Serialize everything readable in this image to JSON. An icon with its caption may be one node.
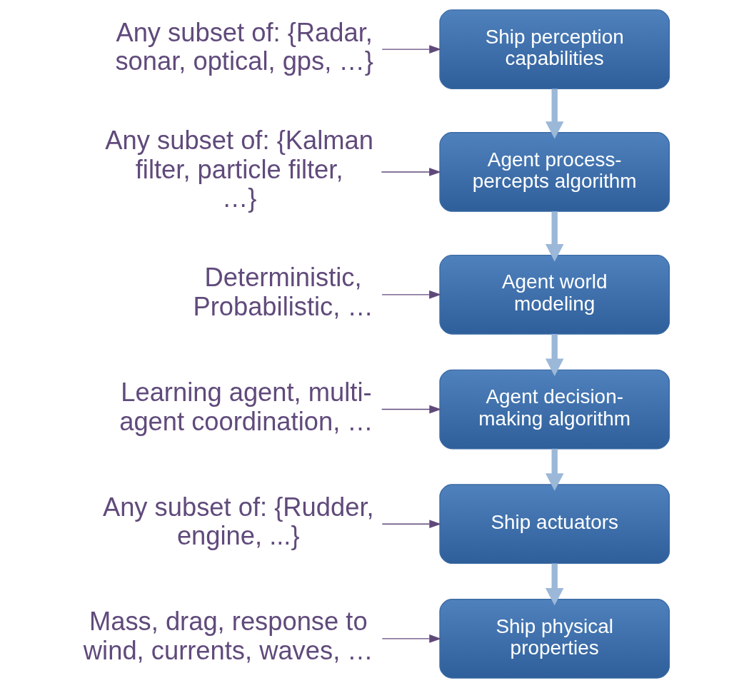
{
  "diagram": {
    "nodes": [
      {
        "text": [
          "Any subset of: {Radar, sonar, optical, gps, …}"
        ]
      },
      {
        "text": [
          "Ship perception capabilities"
        ]
      },
      {
        "text": [
          "Any subset of: {Kalman filter, particle filter, …}"
        ]
      },
      {
        "text": [
          "Agent process-percepts algorithm"
        ]
      },
      {
        "text": [
          "Deterministic, Probabilistic, …"
        ]
      },
      {
        "text": [
          "Agent world modeling"
        ]
      },
      {
        "text": [
          "Learning agent, multi-agent coordination, …"
        ]
      },
      {
        "text": [
          "Agent decision-making algorithm"
        ]
      },
      {
        "text": [
          "Any subset of: {Rudder, engine, ...}"
        ]
      },
      {
        "text": [
          "Ship actuators"
        ]
      },
      {
        "text": [
          "Mass, drag, response to wind, currents, waves, …"
        ]
      },
      {
        "text": [
          "Ship physical properties"
        ]
      }
    ],
    "edges": [
      {
        "from": 0,
        "to": 1,
        "arrow": "to",
        "color": "#5f497a"
      },
      {
        "from": 2,
        "to": 3,
        "arrow": "to",
        "color": "#5f497a"
      },
      {
        "from": 4,
        "to": 5,
        "arrow": "to",
        "color": "#5f497a"
      },
      {
        "from": 6,
        "to": 7,
        "arrow": "to",
        "color": "#5f497a"
      },
      {
        "from": 8,
        "to": 9,
        "arrow": "to",
        "color": "#5f497a"
      },
      {
        "from": 10,
        "to": 11,
        "arrow": "to",
        "color": "#5f497a"
      },
      {
        "from": 1,
        "to": 3,
        "arrow": "to",
        "style": "thick",
        "color": "#9cb8d8"
      },
      {
        "from": 3,
        "to": 5,
        "arrow": "to",
        "style": "thick",
        "color": "#9cb8d8"
      },
      {
        "from": 5,
        "to": 7,
        "arrow": "to",
        "style": "thick",
        "color": "#9cb8d8"
      },
      {
        "from": 7,
        "to": 9,
        "arrow": "to",
        "style": "thick",
        "color": "#9cb8d8"
      },
      {
        "from": 9,
        "to": 11,
        "arrow": "to",
        "style": "thick",
        "color": "#9cb8d8"
      }
    ]
  }
}
